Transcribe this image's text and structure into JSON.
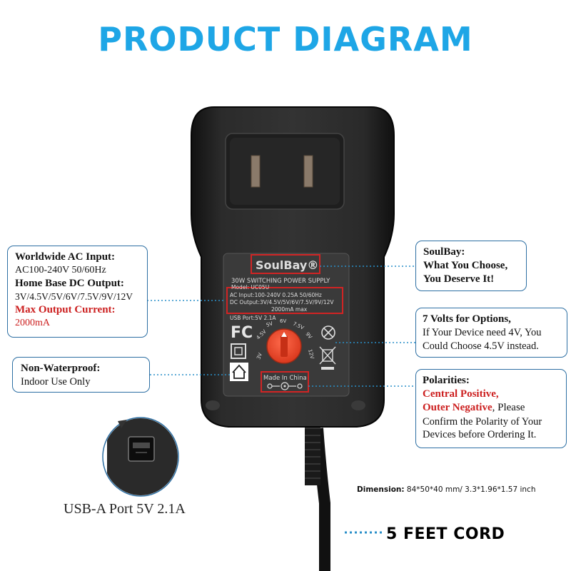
{
  "title": "PRODUCT DIAGRAM",
  "label": {
    "brand": "SoulBay®",
    "supply": "30W SWITCHING POWER SUPPLY",
    "model": "Model: UC05U",
    "ac_input": "AC Input:100-240V 0.25A 50/60Hz",
    "dc_output": "DC Output:3V/4.5V/5V/6V/7.5V/9V/12V",
    "dc_current": "2000mA max",
    "usb_port": "USB Port:5V 2.1A",
    "made_in": "Made In China",
    "fc_mark": "FC",
    "dial_labels": [
      "3V",
      "4.5V",
      "5V",
      "6V",
      "7.5V",
      "9V",
      "12V"
    ]
  },
  "left_boxes": {
    "input": {
      "l1": "Worldwide AC Input:",
      "l2": "AC100-240V 50/60Hz",
      "l3": "Home Base DC Output:",
      "l4": "3V/4.5V/5V/6V/7.5V/9V/12V",
      "l5": "Max Output Current:",
      "l6": "2000mA"
    },
    "water": {
      "l1": "Non-Waterproof:",
      "l2": "Indoor Use Only"
    }
  },
  "right_boxes": {
    "brand": {
      "l1": "SoulBay:",
      "l2": "What You Choose,",
      "l3": "You Deserve It!"
    },
    "volts": {
      "l1": "7 Volts for Options,",
      "l2": "If Your Device need 4V, You",
      "l3": "Could Choose 4.5V instead."
    },
    "polarity": {
      "l1": "Polarities:",
      "l2": "Central Positive,",
      "l3a": "Outer Negative",
      "l3b": ", Please",
      "l4": "Confirm the Polarity of Your",
      "l5": "Devices before Ordering It."
    }
  },
  "dimension_label": "Dimension:",
  "dimension_value": " 84*50*40 mm/ 3.3*1.96*1.57 inch",
  "cord_label": "5 FEET CORD",
  "usb_caption": "USB-A Port 5V 2.1A",
  "colors": {
    "title": "#1ea6e6",
    "border": "#2d6fa3",
    "accent_red": "#cc1f1f",
    "dial": "#e8462c",
    "dotted": "#2a8fc8"
  }
}
